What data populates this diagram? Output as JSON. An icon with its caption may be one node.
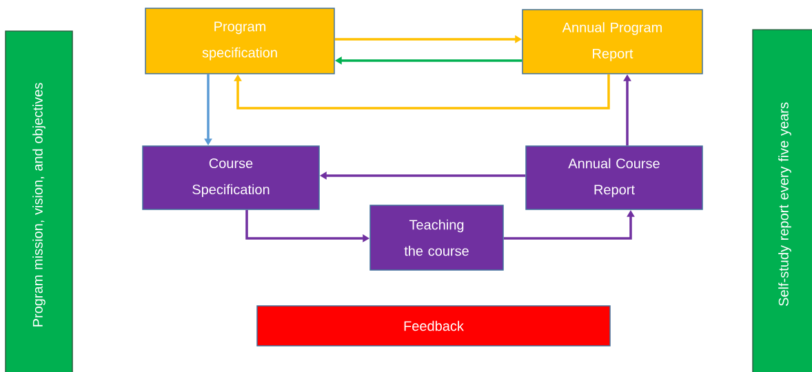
{
  "diagram": {
    "nodes": [
      {
        "text": [
          "Program mission, vision, and objectives"
        ]
      },
      {
        "text": [
          "Program specification"
        ]
      },
      {
        "text": [
          "Annual Program Report"
        ]
      },
      {
        "text": [
          "Course Specification"
        ]
      },
      {
        "text": [
          "Annual Course Report"
        ]
      },
      {
        "text": [
          "Teaching the course"
        ]
      },
      {
        "text": [
          "Feedback"
        ]
      },
      {
        "text": [
          "Self-study report every five years"
        ]
      }
    ],
    "edges": [
      {
        "from": 1,
        "to": 2,
        "arrow": "to",
        "color": "#ffc000"
      },
      {
        "from": 2,
        "to": 1,
        "arrow": "to",
        "color": "#00b050"
      },
      {
        "from": 2,
        "to": 1,
        "arrow": "to",
        "color": "#ffc000"
      },
      {
        "from": 1,
        "to": 3,
        "arrow": "to",
        "color": "#5b9bd5"
      },
      {
        "from": 4,
        "to": 2,
        "arrow": "to"
      },
      {
        "from": 4,
        "to": 3,
        "arrow": "to"
      },
      {
        "from": 3,
        "to": 5,
        "arrow": "to"
      },
      {
        "from": 5,
        "to": 4,
        "arrow": "to"
      }
    ]
  }
}
